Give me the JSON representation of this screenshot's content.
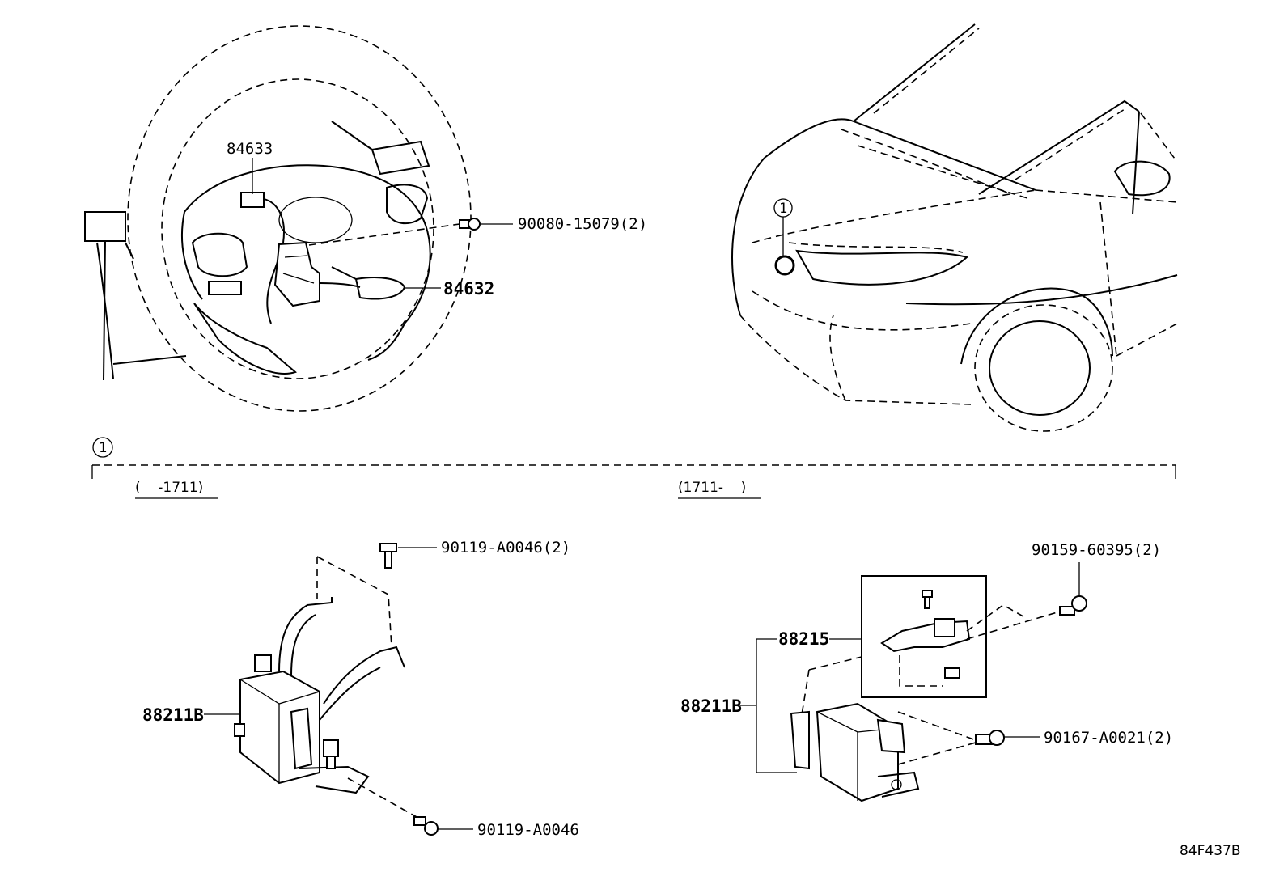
{
  "callouts": {
    "horn_harness": "84633",
    "screw_wheel": "90080-15079(2)",
    "switch_assy": "84632",
    "ref_marker": "1",
    "ref_marker_section": "1",
    "date_range_before": "(    -1711)",
    "date_range_after": "(1711-    )",
    "bolt_top_left": "90119-A0046(2)",
    "sensor_left": "88211B",
    "bolt_bottom_left": "90119-A0046",
    "bolt_top_right": "90159-60395(2)",
    "bracket_right": "88215",
    "sensor_right": "88211B",
    "bolt_right": "90167-A0021(2)"
  },
  "figure_code": "84F437B"
}
